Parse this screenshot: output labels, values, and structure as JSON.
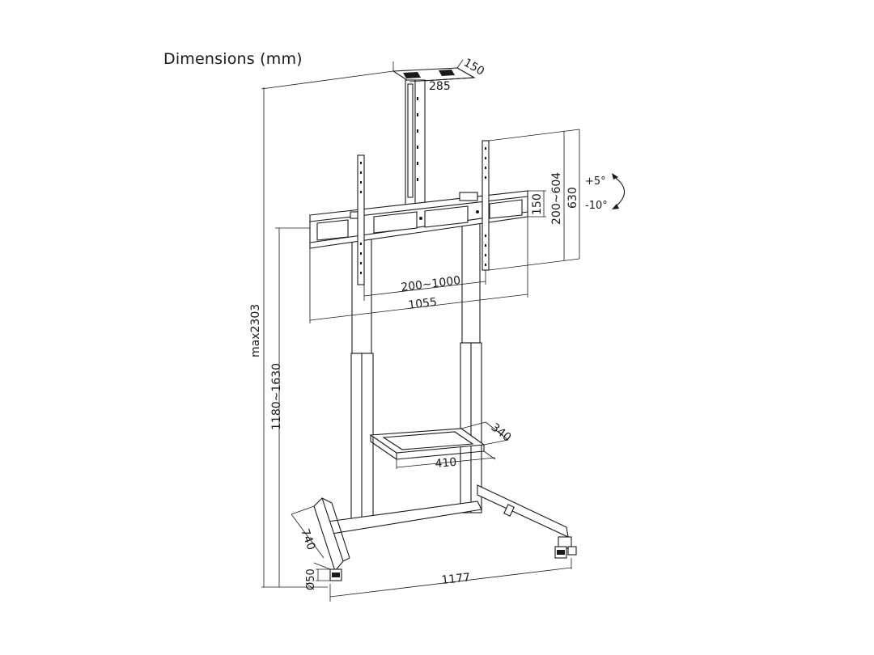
{
  "title": "Dimensions (mm)",
  "dimensions": {
    "top_plate_depth": "150",
    "top_plate_width": "285",
    "vesa_vertical": "200~604",
    "vesa_vertical_outer": "630",
    "bracket_height": "150",
    "vesa_horizontal": "200~1000",
    "bracket_width": "1055",
    "tilt_up": "+5°",
    "tilt_down": "-10°",
    "max_height": "max2303",
    "height_range": "1180~1630",
    "shelf_depth": "340",
    "shelf_width": "410",
    "base_depth": "740",
    "caster_diameter": "Ø50",
    "base_width": "1177"
  }
}
